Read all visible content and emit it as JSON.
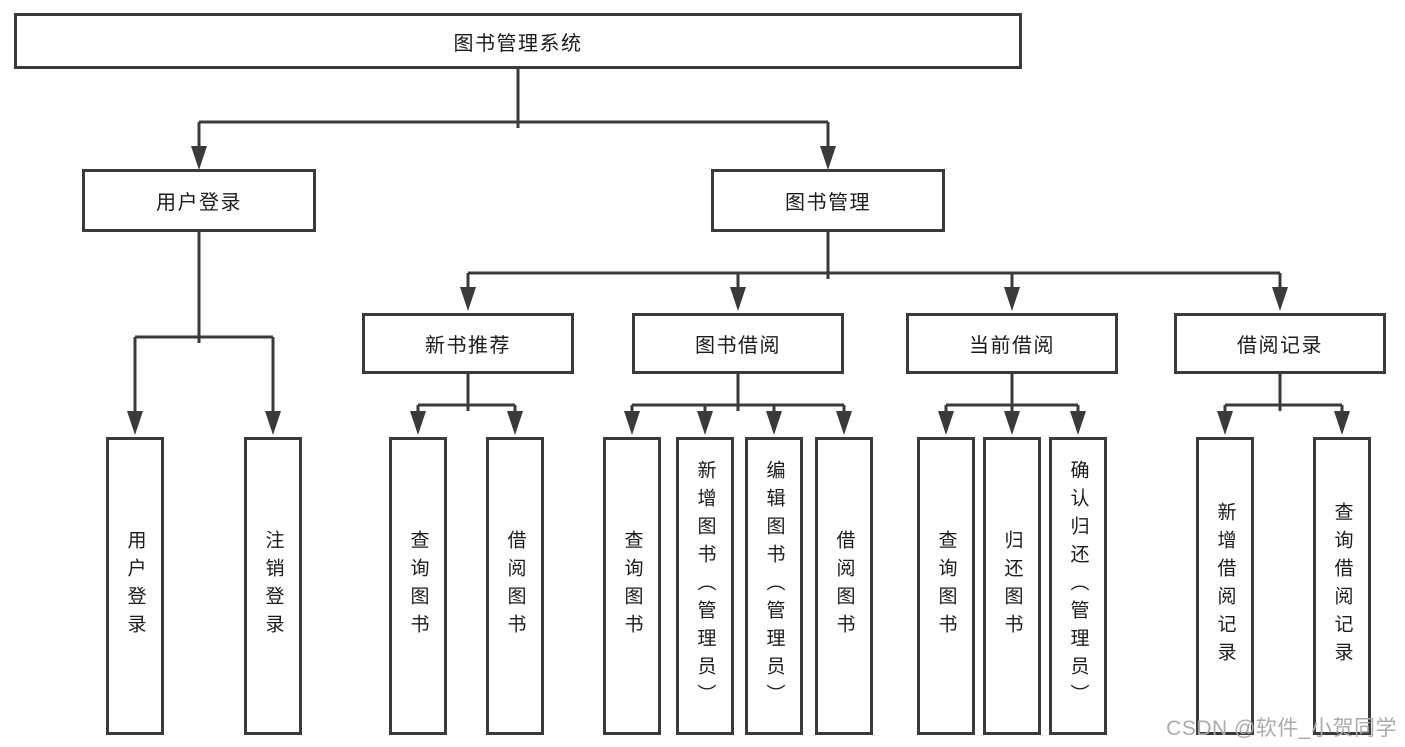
{
  "tree": {
    "label": "图书管理系统",
    "children": [
      {
        "label": "用户登录",
        "children": [
          {
            "label": "用户登录"
          },
          {
            "label": "注销登录"
          }
        ]
      },
      {
        "label": "图书管理",
        "children": [
          {
            "label": "新书推荐",
            "children": [
              {
                "label": "查询图书"
              },
              {
                "label": "借阅图书"
              }
            ]
          },
          {
            "label": "图书借阅",
            "children": [
              {
                "label": "查询图书"
              },
              {
                "label": "新增图书（管理员）"
              },
              {
                "label": "编辑图书（管理员）"
              },
              {
                "label": "借阅图书"
              }
            ]
          },
          {
            "label": "当前借阅",
            "children": [
              {
                "label": "查询图书"
              },
              {
                "label": "归还图书"
              },
              {
                "label": "确认归还（管理员）"
              }
            ]
          },
          {
            "label": "借阅记录",
            "children": [
              {
                "label": "新增借阅记录"
              },
              {
                "label": "查询借阅记录"
              }
            ]
          }
        ]
      }
    ]
  },
  "watermark": "CSDN @软件_小贺同学",
  "colors": {
    "line": "#3a3a3a",
    "text": "#1b1b1b",
    "watermark": "#ababab",
    "background": "#ffffff"
  }
}
